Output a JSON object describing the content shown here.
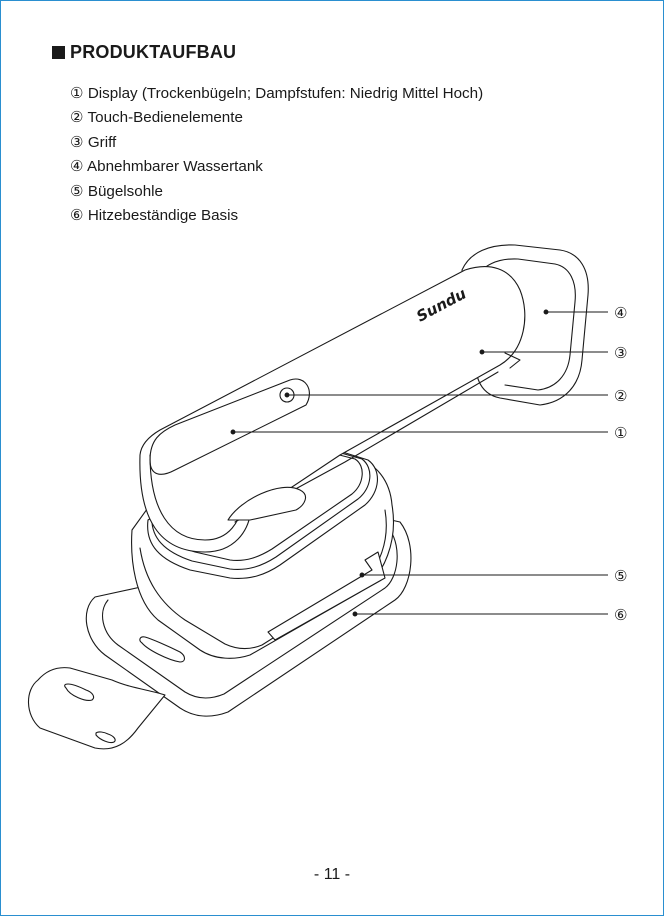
{
  "section": {
    "title": "PRODUKTAUFBAU"
  },
  "parts": [
    {
      "number": "①",
      "label": "① Display (Trockenbügeln; Dampfstufen: Niedrig Mittel Hoch)"
    },
    {
      "number": "②",
      "label": "② Touch-Bedienelemente"
    },
    {
      "number": "③",
      "label": "③ Griff"
    },
    {
      "number": "④",
      "label": "④ Abnehmbarer Wassertank"
    },
    {
      "number": "⑤",
      "label": "⑤ Bügelsohle"
    },
    {
      "number": "⑥",
      "label": "⑥ Hitzebeständige Basis"
    }
  ],
  "device": {
    "brand": "Sundu"
  },
  "page": {
    "number": "- 11 -"
  },
  "colors": {
    "frame": "#2a8fd0",
    "text": "#1a1a1a"
  }
}
